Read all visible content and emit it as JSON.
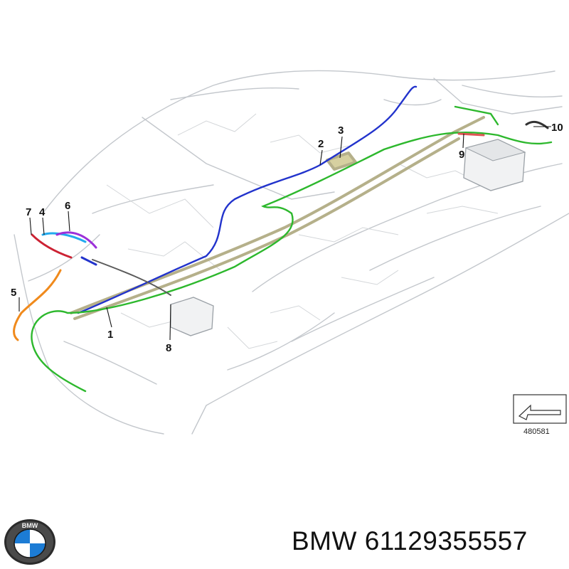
{
  "diagram": {
    "callouts": [
      "1",
      "2",
      "3",
      "4",
      "5",
      "6",
      "7",
      "8",
      "9",
      "10"
    ],
    "reference_id": "480581",
    "colors": {
      "main_harness": "#b5b08a",
      "green_cable": "#2db82d",
      "blue_cable": "#2233cc",
      "purple_cable": "#9b30d9",
      "cyan_cable": "#22aaee",
      "red_cable": "#cc2233",
      "orange_cable": "#f08a1c",
      "body_lines": "#c8ccd0"
    }
  },
  "footer": {
    "brand_logo_text": "BMW",
    "part_label": "BMW 61129355557"
  }
}
